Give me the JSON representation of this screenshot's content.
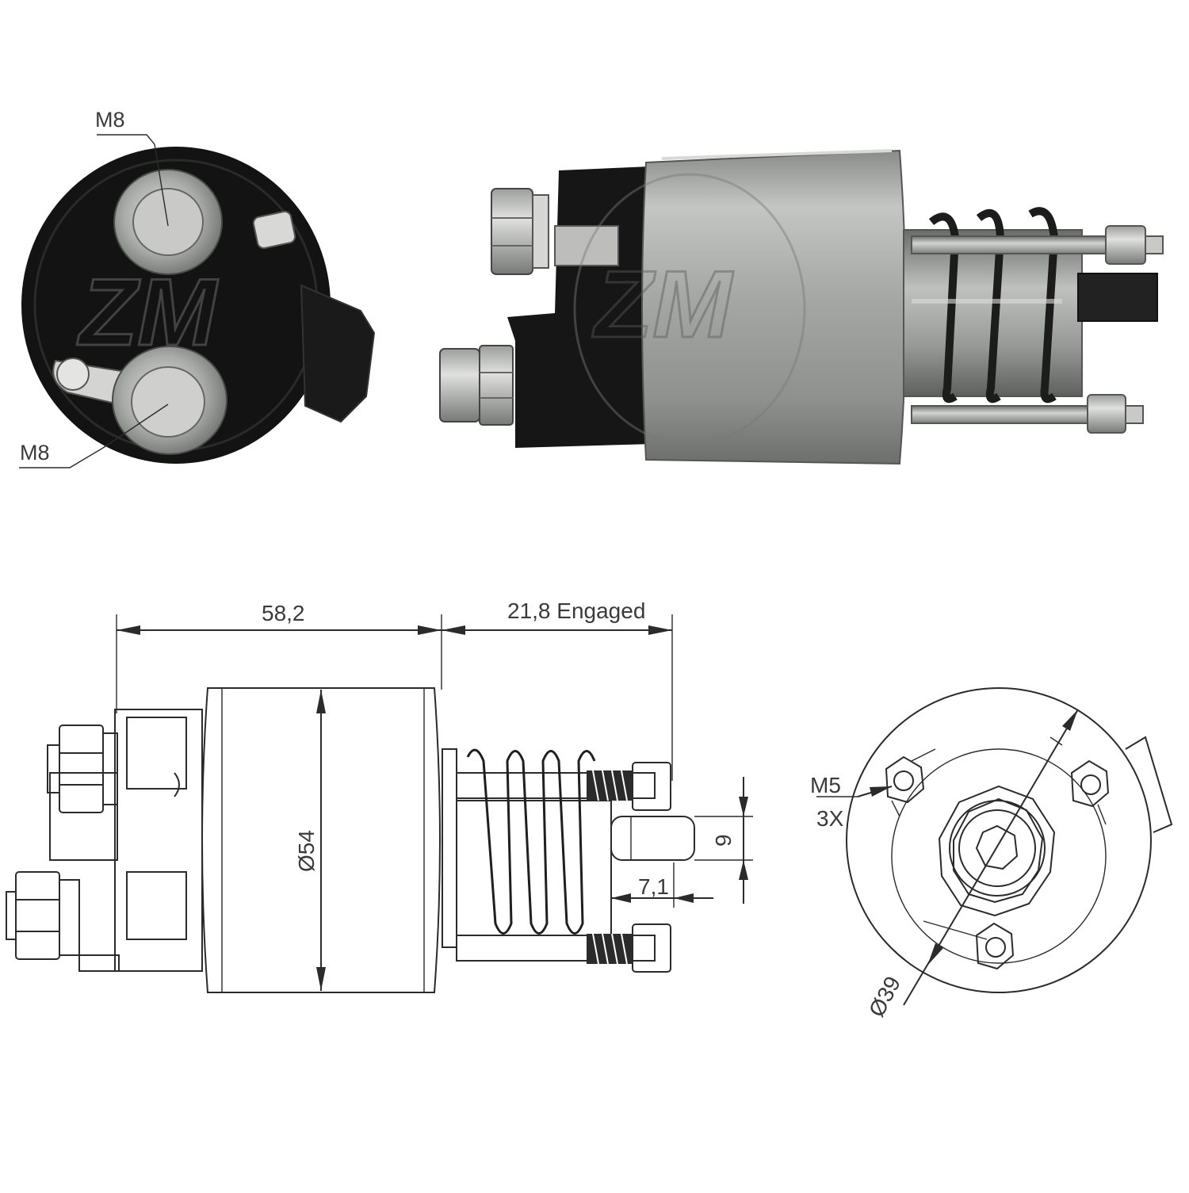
{
  "logo": {
    "text": "ZM"
  },
  "end_view_photo": {
    "top_terminal_label": "M8",
    "bottom_terminal_label": "M8"
  },
  "side_drawing": {
    "body_length": "58,2",
    "engaged_length": "21,8 Engaged",
    "body_diameter": "Ø54",
    "plunger_height": "9",
    "plunger_length": "7,1"
  },
  "front_drawing": {
    "stud_thread": "M5",
    "stud_count": "3X",
    "bolt_circle": "Ø39"
  }
}
